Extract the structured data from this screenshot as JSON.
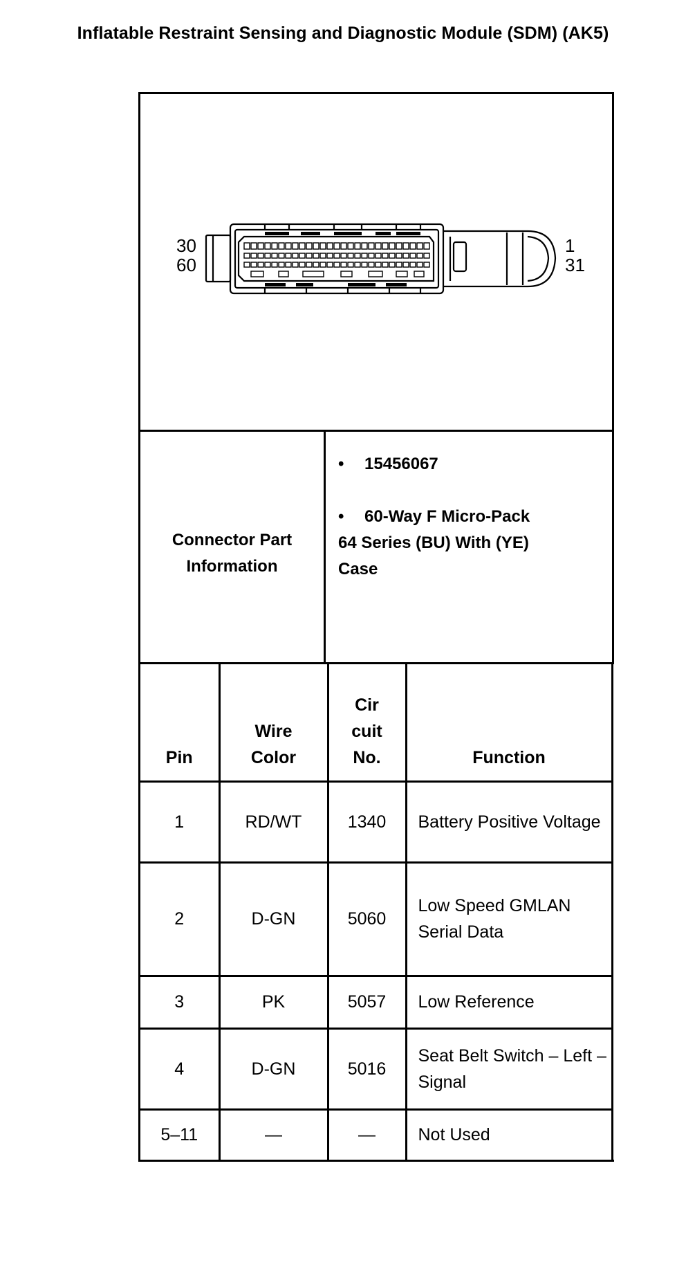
{
  "page": {
    "title": "Inflatable Restraint Sensing and Diagnostic Module (SDM) (AK5)"
  },
  "connector_view": {
    "label_top_left": "30",
    "label_bottom_left": "60",
    "label_top_right": "1",
    "label_bottom_right": "31"
  },
  "connector_info": {
    "label_line1": "Connector Part",
    "label_line2": "Information",
    "part_number": "15456067",
    "description_line1": "60-Way F Micro-Pack",
    "description_line2": "64 Series (BU) With (YE)",
    "description_line3": "Case",
    "bullet": "•"
  },
  "table": {
    "headers": {
      "pin": "Pin",
      "wire_line1": "Wire",
      "wire_line2": "Color",
      "circuit_line1": "Cir",
      "circuit_line2": "cuit",
      "circuit_line3": "No.",
      "function": "Function"
    },
    "rows": [
      {
        "pin": "1",
        "wire": "RD/WT",
        "circuit": "1340",
        "function": "Battery Positive Voltage"
      },
      {
        "pin": "2",
        "wire": "D-GN",
        "circuit": "5060",
        "function": "Low Speed GMLAN Serial Data"
      },
      {
        "pin": "3",
        "wire": "PK",
        "circuit": "5057",
        "function": "Low Reference"
      },
      {
        "pin": "4",
        "wire": "D-GN",
        "circuit": "5016",
        "function": "Seat Belt Switch – Left – Signal"
      },
      {
        "pin": "5–11",
        "wire": "—",
        "circuit": "—",
        "function": "Not Used"
      }
    ]
  }
}
